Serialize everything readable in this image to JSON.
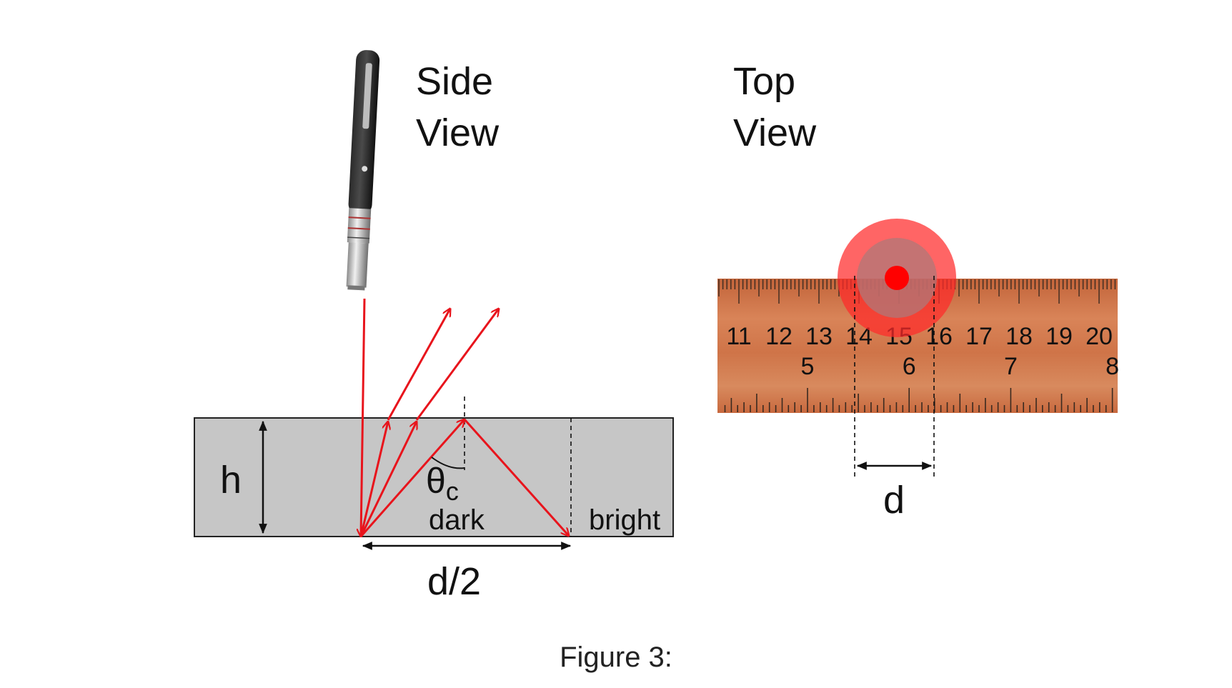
{
  "side_view": {
    "title_line1": "Side",
    "title_line2": "View",
    "h_label": "h",
    "theta_label": "θ",
    "theta_subscript": "c",
    "dark_label": "dark",
    "bright_label": "bright",
    "d_half_label": "d/2"
  },
  "top_view": {
    "title_line1": "Top",
    "title_line2": "View",
    "d_label": "d",
    "ruler_cm_labels": [
      "11",
      "12",
      "13",
      "14",
      "15",
      "16",
      "17",
      "18",
      "19",
      "20"
    ],
    "ruler_inch_labels": [
      "5",
      "6",
      "7",
      "8"
    ]
  },
  "caption": "Figure 3:",
  "colors": {
    "ray": "#e8141c",
    "slab": "#c6c6c6",
    "ruler_wood": "#cf7448",
    "spot": "#ff0000"
  }
}
